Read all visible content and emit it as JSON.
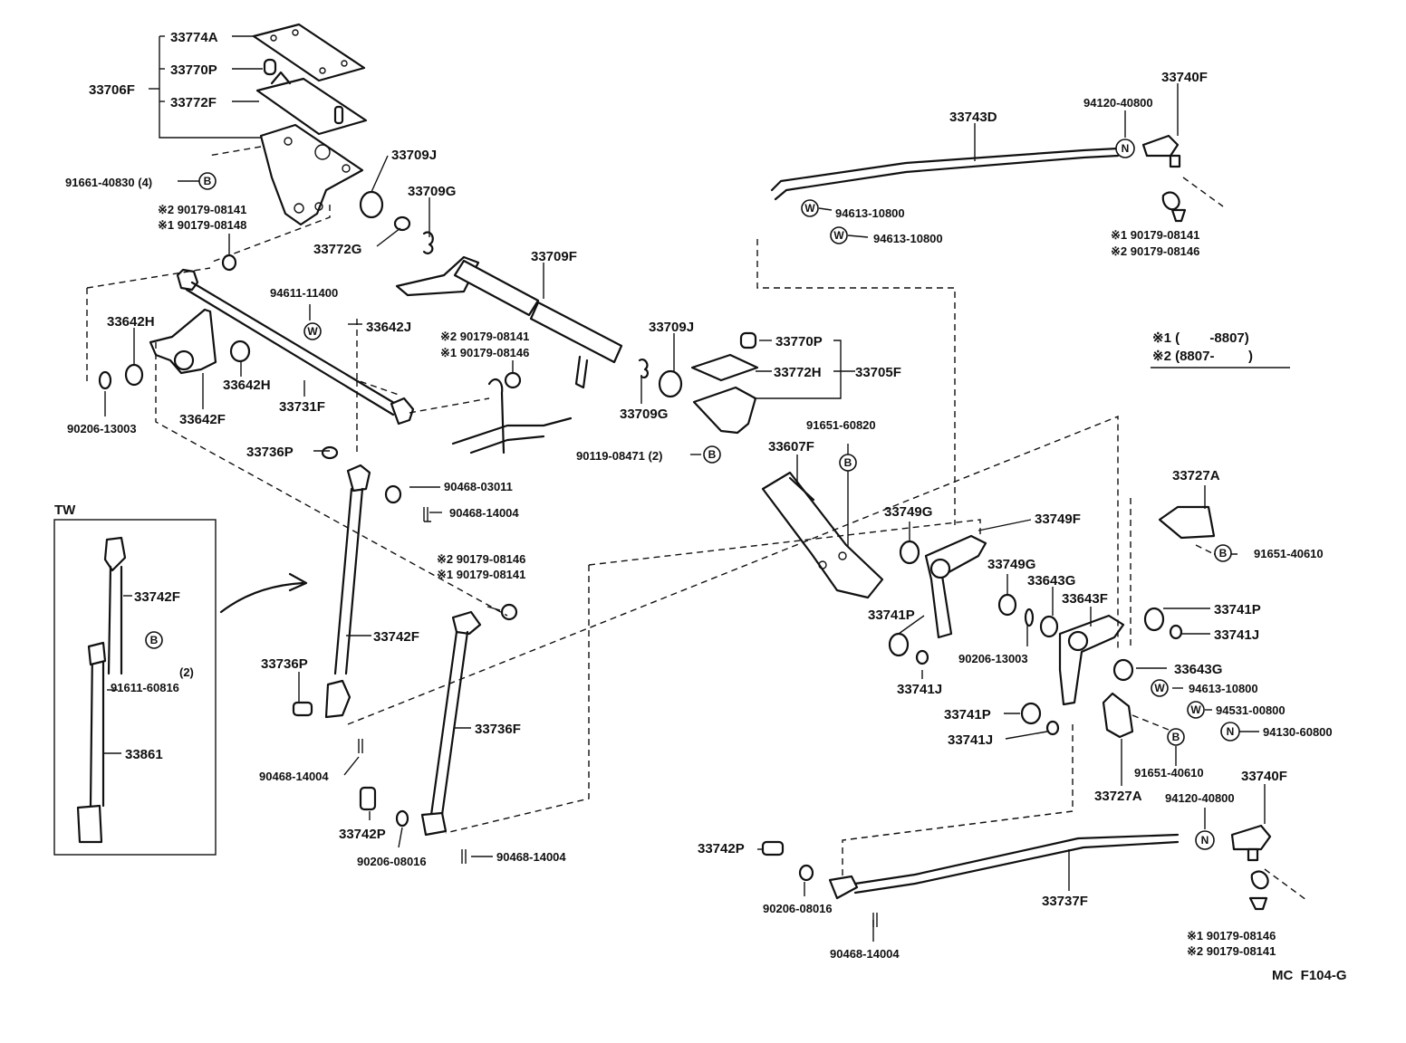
{
  "diagram": {
    "footer_code": "MC  F104-G",
    "inset_title": "TW",
    "legend": {
      "row1": "※1 (        -8807)",
      "row2": "※2 (8807-         )"
    },
    "symbols": {
      "bolt": "B",
      "washer": "W",
      "nut": "N"
    },
    "labels": [
      {
        "id": "l1",
        "text": "33774A"
      },
      {
        "id": "l2",
        "text": "33770P"
      },
      {
        "id": "l3",
        "text": "33706F"
      },
      {
        "id": "l4",
        "text": "33772F"
      },
      {
        "id": "l5",
        "text": "91661-40830 (4)"
      },
      {
        "id": "l6",
        "text": "33709J"
      },
      {
        "id": "l7",
        "text": "33709G"
      },
      {
        "id": "l8",
        "text": "※2 90179-08141"
      },
      {
        "id": "l9",
        "text": "※1 90179-08148"
      },
      {
        "id": "l10",
        "text": "33772G"
      },
      {
        "id": "l11",
        "text": "33709F"
      },
      {
        "id": "l12",
        "text": "94611-11400"
      },
      {
        "id": "l13",
        "text": "33642H"
      },
      {
        "id": "l14",
        "text": "33642J"
      },
      {
        "id": "l15",
        "text": "※2 90179-08141"
      },
      {
        "id": "l16",
        "text": "※1 90179-08146"
      },
      {
        "id": "l17",
        "text": "33709J"
      },
      {
        "id": "l18",
        "text": "33770P"
      },
      {
        "id": "l19",
        "text": "33642H"
      },
      {
        "id": "l20",
        "text": "33772H"
      },
      {
        "id": "l21",
        "text": "33705F"
      },
      {
        "id": "l22",
        "text": "33642F"
      },
      {
        "id": "l23",
        "text": "33731F"
      },
      {
        "id": "l24",
        "text": "33709G"
      },
      {
        "id": "l25",
        "text": "90206-13003"
      },
      {
        "id": "l26",
        "text": "90119-08471 (2)"
      },
      {
        "id": "l27",
        "text": "33743D"
      },
      {
        "id": "l28",
        "text": "94120-40800"
      },
      {
        "id": "l29",
        "text": "33740F"
      },
      {
        "id": "l30",
        "text": "94613-10800"
      },
      {
        "id": "l31",
        "text": "94613-10800"
      },
      {
        "id": "l32",
        "text": "※1 90179-08141"
      },
      {
        "id": "l33",
        "text": "※2 90179-08146"
      },
      {
        "id": "l34",
        "text": "33736P"
      },
      {
        "id": "l35",
        "text": "90468-03011"
      },
      {
        "id": "l36",
        "text": "90468-14004"
      },
      {
        "id": "l37",
        "text": "91651-60820"
      },
      {
        "id": "l38",
        "text": "33607F"
      },
      {
        "id": "l39",
        "text": "33749G"
      },
      {
        "id": "l40",
        "text": "33749F"
      },
      {
        "id": "l41",
        "text": "33727A"
      },
      {
        "id": "l42",
        "text": "91651-40610"
      },
      {
        "id": "l43",
        "text": "※2 90179-08146"
      },
      {
        "id": "l44",
        "text": "※1 90179-08141"
      },
      {
        "id": "l45",
        "text": "33742F"
      },
      {
        "id": "l46",
        "text": "33749G"
      },
      {
        "id": "l47",
        "text": "33643G"
      },
      {
        "id": "l48",
        "text": "33643F"
      },
      {
        "id": "l49",
        "text": "33741P"
      },
      {
        "id": "l50",
        "text": "33742F"
      },
      {
        "id": "l51",
        "text": "33741P"
      },
      {
        "id": "l52",
        "text": "33741J"
      },
      {
        "id": "l53",
        "text": "(2)"
      },
      {
        "id": "l54",
        "text": "91611-60816"
      },
      {
        "id": "l55",
        "text": "33736P"
      },
      {
        "id": "l56",
        "text": "90206-13003"
      },
      {
        "id": "l57",
        "text": "33643G"
      },
      {
        "id": "l58",
        "text": "33741J"
      },
      {
        "id": "l59",
        "text": "94613-10800"
      },
      {
        "id": "l60",
        "text": "94531-00800"
      },
      {
        "id": "l61",
        "text": "94130-60800"
      },
      {
        "id": "l62",
        "text": "33741P"
      },
      {
        "id": "l63",
        "text": "33861"
      },
      {
        "id": "l64",
        "text": "33736F"
      },
      {
        "id": "l65",
        "text": "33741J"
      },
      {
        "id": "l66",
        "text": "90468-14004"
      },
      {
        "id": "l67",
        "text": "91651-40610"
      },
      {
        "id": "l68",
        "text": "33740F"
      },
      {
        "id": "l69",
        "text": "33727A"
      },
      {
        "id": "l70",
        "text": "94120-40800"
      },
      {
        "id": "l71",
        "text": "33742P"
      },
      {
        "id": "l72",
        "text": "90206-08016"
      },
      {
        "id": "l73",
        "text": "90468-14004"
      },
      {
        "id": "l74",
        "text": "33742P"
      },
      {
        "id": "l75",
        "text": "33737F"
      },
      {
        "id": "l76",
        "text": "90206-08016"
      },
      {
        "id": "l77",
        "text": "90468-14004"
      },
      {
        "id": "l78",
        "text": "※1 90179-08146"
      },
      {
        "id": "l79",
        "text": "※2 90179-08141"
      }
    ]
  }
}
